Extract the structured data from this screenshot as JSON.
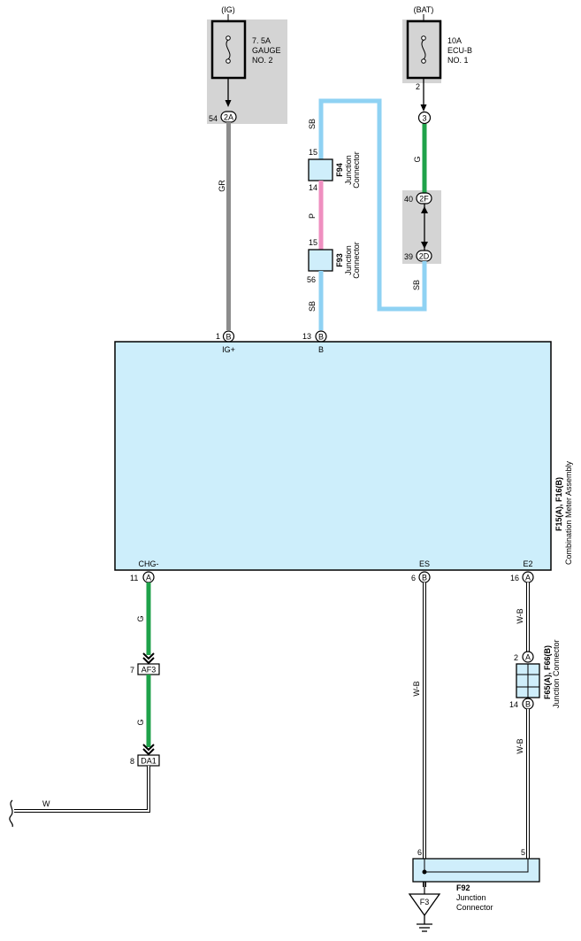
{
  "ig_fuse": {
    "source": "(IG)",
    "rating": "7. 5A",
    "name_line1": "GAUGE",
    "name_line2": "NO. 2",
    "pin": "54",
    "connector": "2A"
  },
  "bat_fuse": {
    "source": "(BAT)",
    "rating": "10A",
    "name_line1": "ECU-B",
    "name_line2": "NO. 1",
    "pin_out": "2",
    "connector": "3"
  },
  "wires": {
    "gr": "GR",
    "sb_top": "SB",
    "p": "P",
    "sb_f93": "SB",
    "g_bat": "G",
    "sb_bat": "SB",
    "g_chg1": "G",
    "g_chg2": "G",
    "wb_es": "W-B",
    "wb_e2_1": "W-B",
    "wb_e2_2": "W-B",
    "w": "W"
  },
  "f94": {
    "id": "F94",
    "line1": "Junction",
    "line2": "Connector",
    "pin_top": "15",
    "pin_bottom": "14"
  },
  "f93": {
    "id": "F93",
    "line1": "Junction",
    "line2": "Connector",
    "pin_top": "15",
    "pin_bottom": "56"
  },
  "conn_2f": {
    "pin": "40",
    "label": "2F"
  },
  "conn_2d": {
    "pin": "39",
    "label": "2D"
  },
  "meter": {
    "id_line": "F15(A), F16(B)",
    "name": "Combination Meter Assembly",
    "pin_igp": {
      "num": "1",
      "conn": "B",
      "label": "IG+"
    },
    "pin_b": {
      "num": "13",
      "conn": "B",
      "label": "B"
    },
    "pin_chg": {
      "num": "11",
      "conn": "A",
      "label": "CHG-"
    },
    "pin_es": {
      "num": "6",
      "conn": "B",
      "label": "ES"
    },
    "pin_e2": {
      "num": "16",
      "conn": "A",
      "label": "E2"
    }
  },
  "af3": {
    "pin": "7",
    "label": "AF3"
  },
  "da1": {
    "pin": "8",
    "label": "DA1"
  },
  "f65": {
    "id_line": "F65(A), F66(B)",
    "name": "Junction Connector",
    "pin_top": "2",
    "conn_top": "A",
    "pin_bottom": "14",
    "conn_bottom": "B"
  },
  "f92": {
    "id": "F92",
    "line1": "Junction",
    "line2": "Connector",
    "pin_left": "6",
    "pin_right": "5"
  },
  "ground": {
    "label": "F3"
  },
  "colors": {
    "gray_wire": "#8c8c8c",
    "sky_blue": "#8fd2f3",
    "pink": "#ef8fc0",
    "green": "#1fa24a",
    "meter_fill": "#cdeefb",
    "box_fill": "#cfeefb",
    "shade": "#d4d4d4"
  }
}
